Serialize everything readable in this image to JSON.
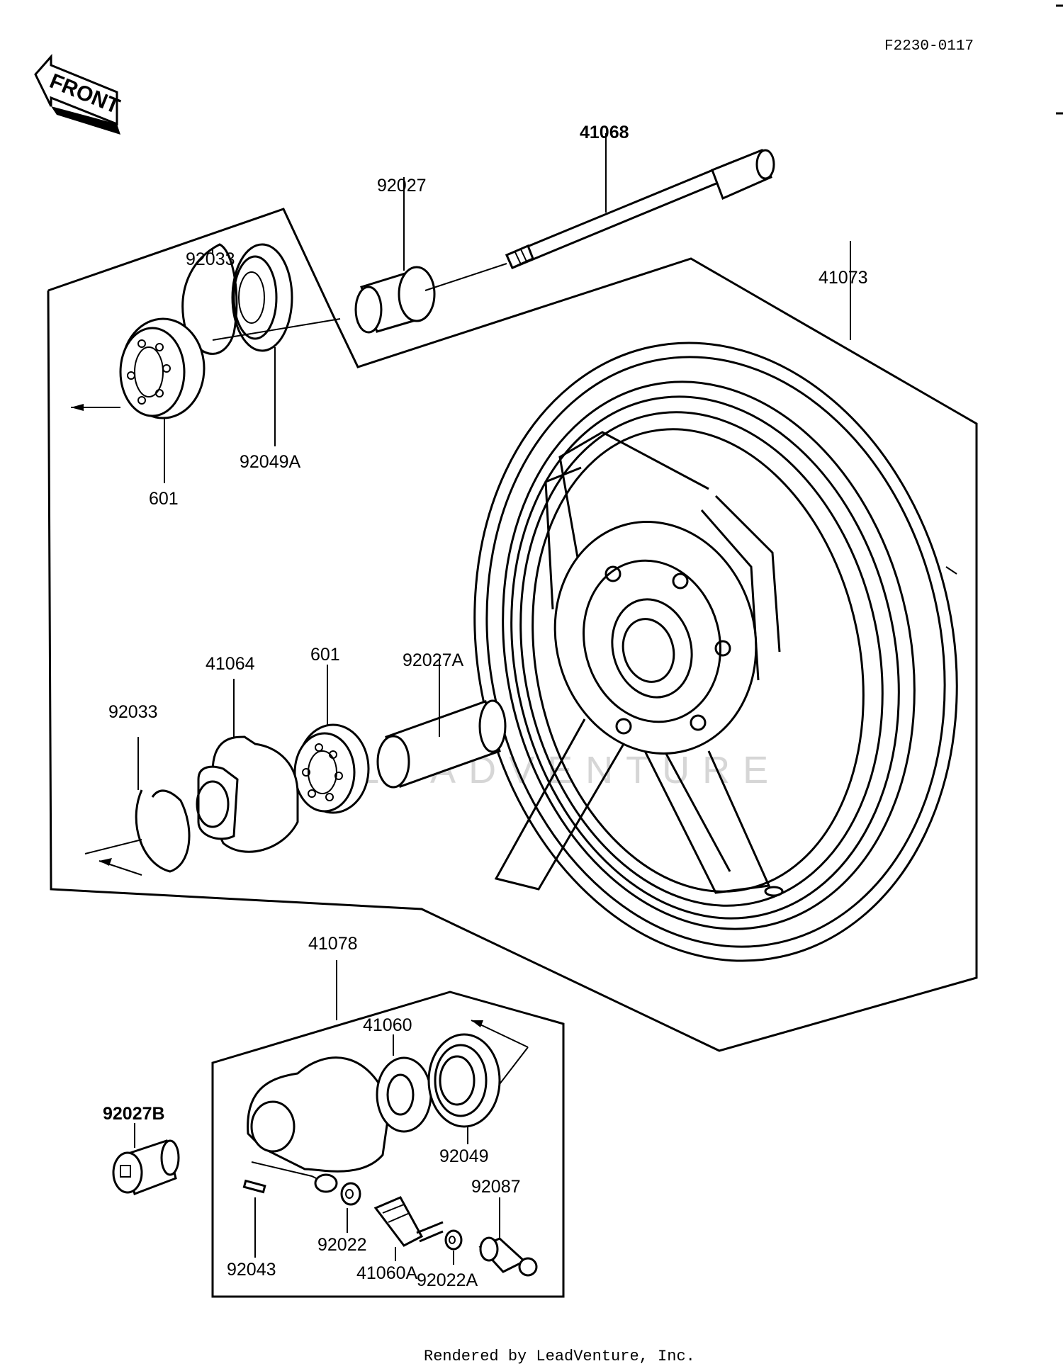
{
  "diagram": {
    "code": "F2230-0117",
    "front_label": "FRONT",
    "watermark": "LEADVENTURE",
    "credit": "Rendered by LeadVenture, Inc.",
    "parts": {
      "p41068": "41068",
      "p92027": "92027",
      "p92033_top": "92033",
      "p41073": "41073",
      "p92049A": "92049A",
      "p601_top": "601",
      "p41064": "41064",
      "p601_mid": "601",
      "p92027A": "92027A",
      "p92033_mid": "92033",
      "p41078": "41078",
      "p41060": "41060",
      "p92027B": "92027B",
      "p92049": "92049",
      "p92087": "92087",
      "p92043": "92043",
      "p92022": "92022",
      "p41060A": "41060A",
      "p92022A": "92022A"
    }
  }
}
